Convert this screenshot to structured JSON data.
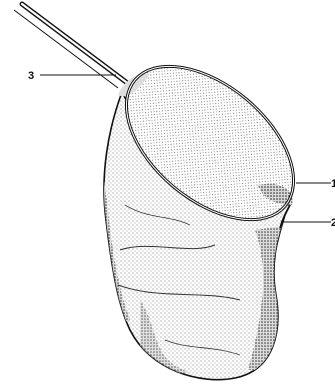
{
  "figure": {
    "subject": "dip net",
    "colors": {
      "ink": "#111111",
      "net": "#555555",
      "shade": "#222222",
      "paper": "#ffffff"
    },
    "labels": [
      {
        "id": "label-1",
        "text": "1"
      },
      {
        "id": "label-2",
        "text": "2"
      },
      {
        "id": "label-3",
        "text": "3"
      }
    ]
  }
}
